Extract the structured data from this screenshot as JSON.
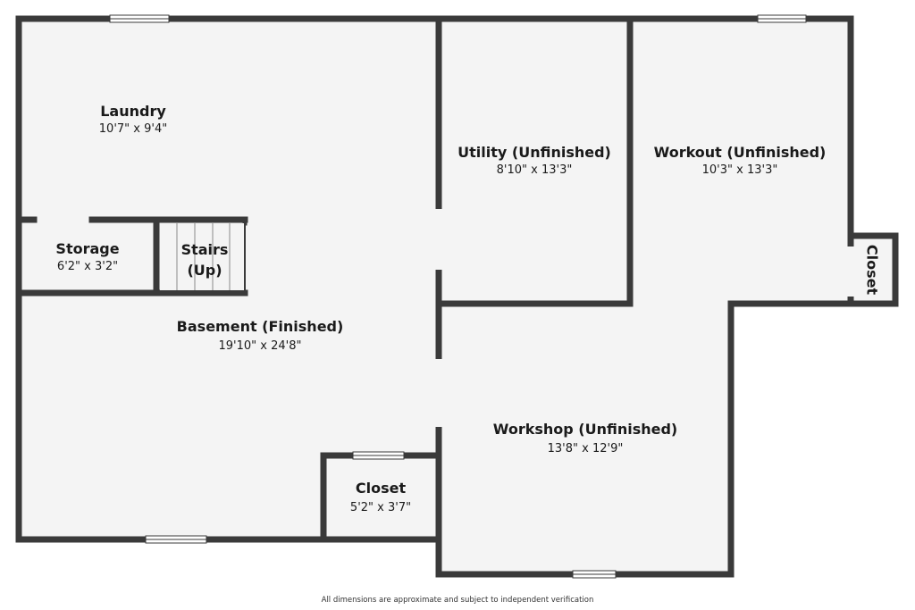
{
  "colors": {
    "wall": "#3a3a3a",
    "floor": "#f4f4f4",
    "background": "#ffffff",
    "text": "#1a1a1a",
    "window": "#ffffff"
  },
  "rooms": {
    "laundry": {
      "name": "Laundry",
      "dims": "10'7\" x 9'4\""
    },
    "utility": {
      "name": "Utility (Unfinished)",
      "dims": "8'10\" x 13'3\""
    },
    "workout": {
      "name": "Workout (Unfinished)",
      "dims": "10'3\" x 13'3\""
    },
    "storage": {
      "name": "Storage",
      "dims": "6'2\" x 3'2\""
    },
    "stairs": {
      "name_line1": "Stairs",
      "name_line2": "(Up)"
    },
    "basement": {
      "name": "Basement (Finished)",
      "dims": "19'10\" x 24'8\""
    },
    "closet_small": {
      "name": "Closet"
    },
    "workshop": {
      "name": "Workshop (Unfinished)",
      "dims": "13'8\" x 12'9\""
    },
    "closet_main": {
      "name": "Closet",
      "dims": "5'2\" x 3'7\""
    }
  },
  "footer": {
    "disclaimer": "All dimensions are approximate and subject to independent verification"
  }
}
